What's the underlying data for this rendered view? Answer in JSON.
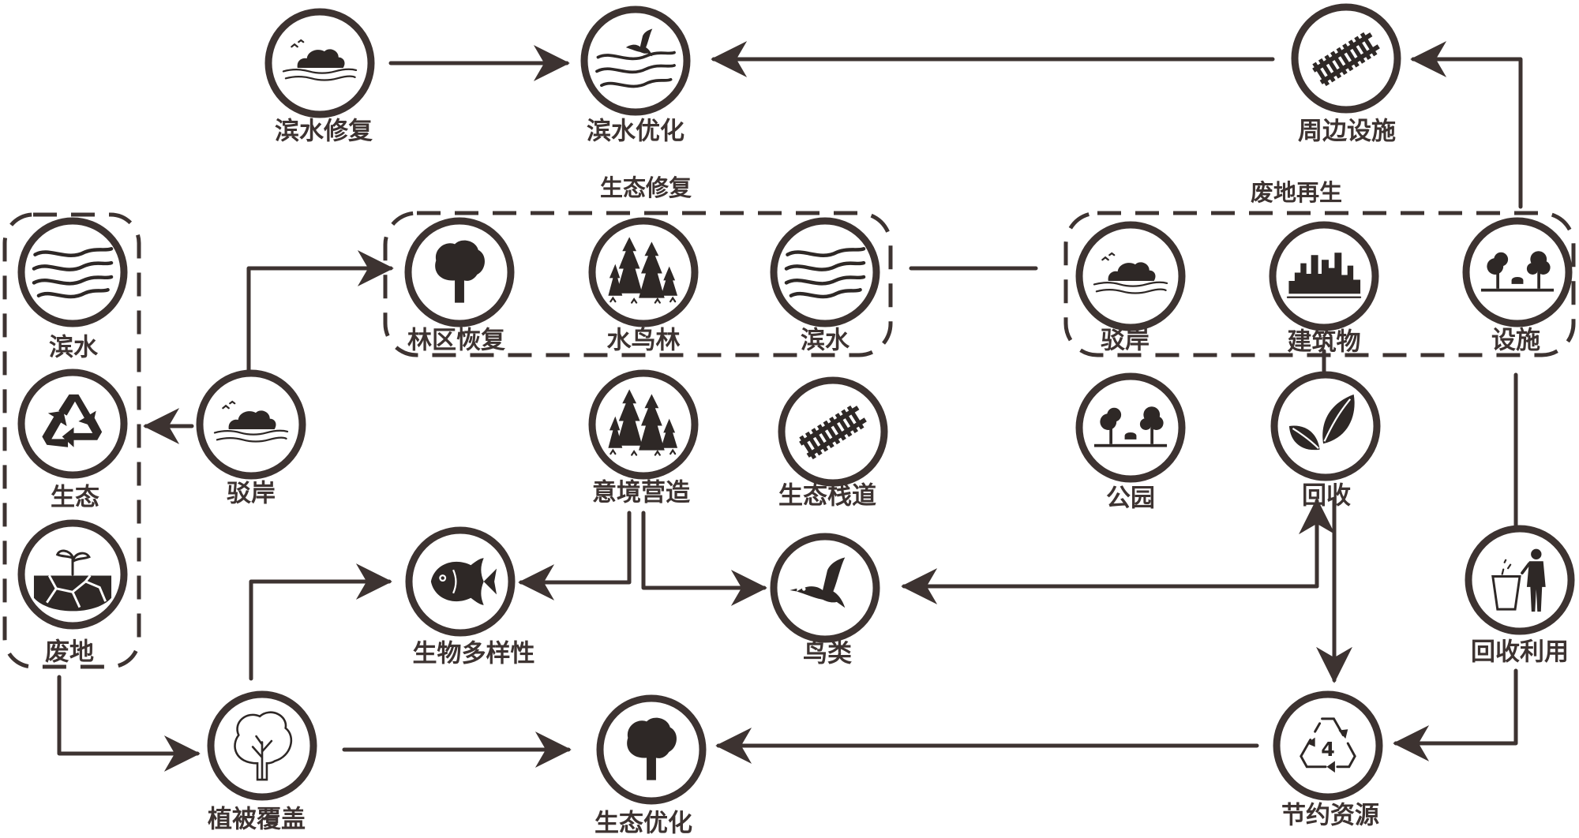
{
  "colors": {
    "ink": "#3d3331",
    "background": "#ffffff"
  },
  "groups": {
    "shengtai_xiufu": "生态修复",
    "feidi_zaisheng": "废地再生"
  },
  "nodes": {
    "binshui_xiufu": {
      "label": "滨水修复",
      "icon": "island-icon"
    },
    "binshui_youhua": {
      "label": "滨水优化",
      "icon": "bird-waves-icon"
    },
    "zhoubian_sheshi": {
      "label": "周边设施",
      "icon": "boardwalk-icon"
    },
    "left_binshui": {
      "label": "滨水",
      "icon": "waves-icon"
    },
    "left_shengtai": {
      "label": "生态",
      "icon": "recycle-icon"
    },
    "left_feidi": {
      "label": "废地",
      "icon": "cracked-soil-sprout-icon"
    },
    "boan_mid": {
      "label": "驳岸",
      "icon": "island-icon"
    },
    "linqu_huifu": {
      "label": "林区恢复",
      "icon": "tree-icon"
    },
    "shuiniaolin": {
      "label": "水鸟林",
      "icon": "forest-icon"
    },
    "binshui_mid": {
      "label": "滨水",
      "icon": "waves-icon"
    },
    "boan_right": {
      "label": "驳岸",
      "icon": "island-icon"
    },
    "jianzhuwu": {
      "label": "建筑物",
      "icon": "city-skyline-icon"
    },
    "sheshi": {
      "label": "设施",
      "icon": "park-icon"
    },
    "yijing_yingzao": {
      "label": "意境营造",
      "icon": "forest-icon"
    },
    "shengtai_zhandao": {
      "label": "生态栈道",
      "icon": "boardwalk-icon"
    },
    "gongyuan": {
      "label": "公园",
      "icon": "park-icon"
    },
    "huishou": {
      "label": "回收",
      "icon": "leaves-icon"
    },
    "shengwu_duoyang": {
      "label": "生物多样性",
      "icon": "fish-icon"
    },
    "niaolei": {
      "label": "鸟类",
      "icon": "bird-icon"
    },
    "huishou_liyong": {
      "label": "回收利用",
      "icon": "trash-bin-person-icon"
    },
    "zhibei_fugai": {
      "label": "植被覆盖",
      "icon": "outline-tree-icon"
    },
    "shengtai_youhua": {
      "label": "生态优化",
      "icon": "tree-icon"
    },
    "jieyue_ziyuan": {
      "label": "节约资源",
      "icon": "recycle-4-icon"
    }
  }
}
